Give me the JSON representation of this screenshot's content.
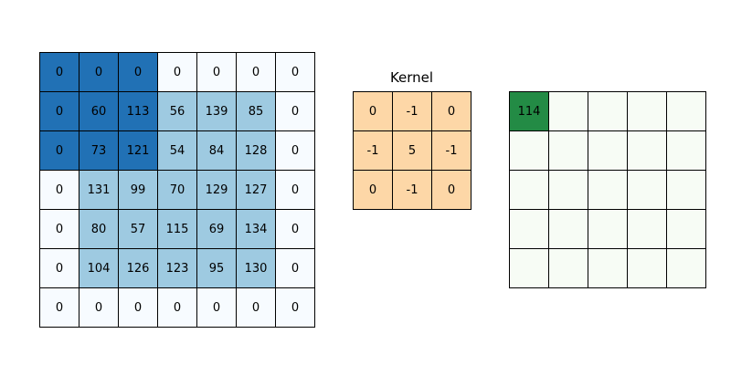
{
  "input": {
    "matrix": [
      [
        0,
        0,
        0,
        0,
        0,
        0,
        0
      ],
      [
        0,
        60,
        113,
        56,
        139,
        85,
        0
      ],
      [
        0,
        73,
        121,
        54,
        84,
        128,
        0
      ],
      [
        0,
        131,
        99,
        70,
        129,
        127,
        0
      ],
      [
        0,
        80,
        57,
        115,
        69,
        134,
        0
      ],
      [
        0,
        104,
        126,
        123,
        95,
        130,
        0
      ],
      [
        0,
        0,
        0,
        0,
        0,
        0,
        0
      ]
    ],
    "highlight_window": {
      "row": 0,
      "col": 0,
      "size": 3
    },
    "colors": {
      "padding": "#f7fbff",
      "interior": "#9ecae1",
      "window": "#2171b5"
    }
  },
  "kernel": {
    "title": "Kernel",
    "matrix": [
      [
        0,
        -1,
        0
      ],
      [
        -1,
        5,
        -1
      ],
      [
        0,
        -1,
        0
      ]
    ],
    "color": "#fdd7a7"
  },
  "output": {
    "rows": 5,
    "cols": 5,
    "values": [
      [
        "114",
        "",
        "",
        "",
        ""
      ],
      [
        "",
        "",
        "",
        "",
        ""
      ],
      [
        "",
        "",
        "",
        "",
        ""
      ],
      [
        "",
        "",
        "",
        "",
        ""
      ],
      [
        "",
        "",
        "",
        "",
        ""
      ]
    ],
    "colors": {
      "empty": "#f7fcf5",
      "filled": "#238b45"
    }
  }
}
